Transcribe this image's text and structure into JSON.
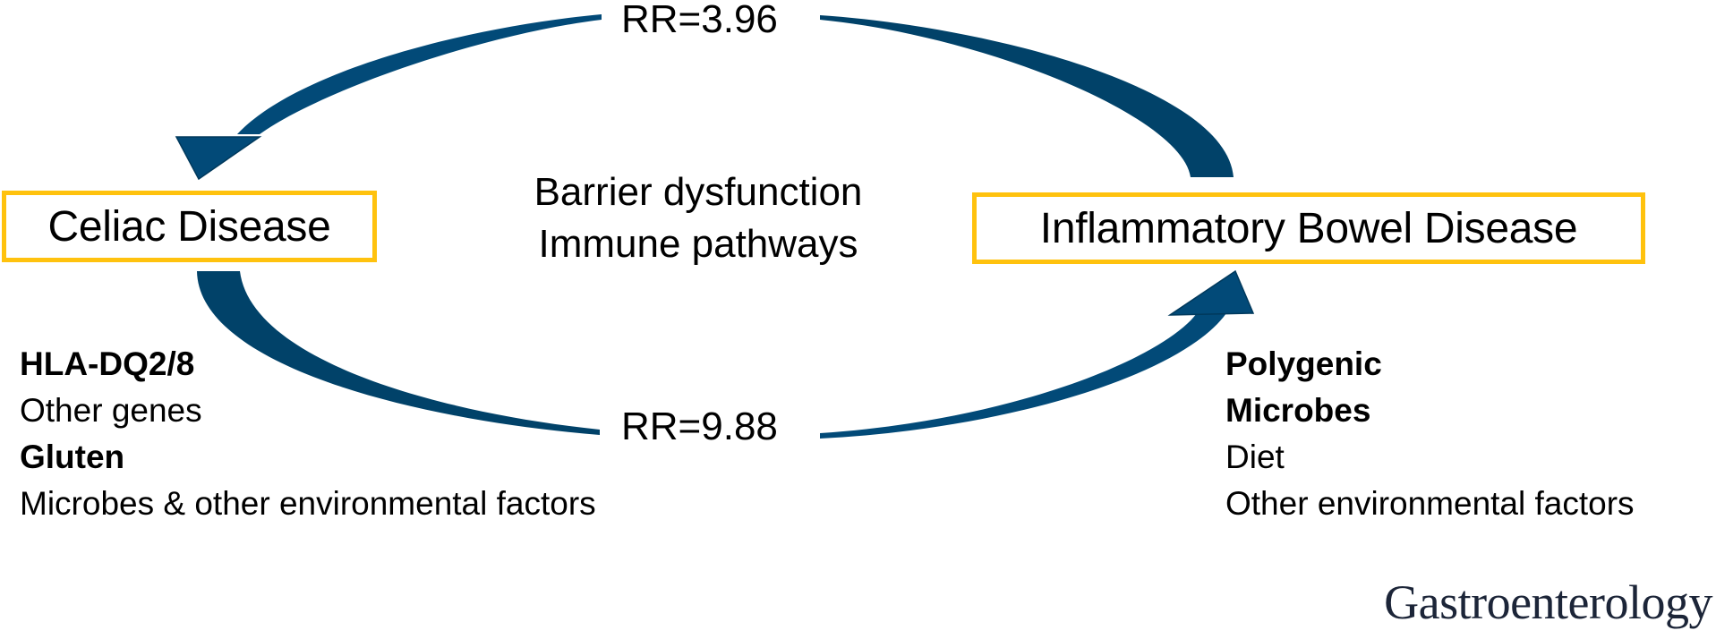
{
  "diagram": {
    "nodes": {
      "celiac": {
        "label": "Celiac Disease"
      },
      "ibd": {
        "label": "Inflammatory Bowel Disease"
      }
    },
    "arrows": {
      "ibd_to_celiac": {
        "label": "RR=3.96",
        "from": "Inflammatory Bowel Disease",
        "to": "Celiac Disease"
      },
      "celiac_to_ibd": {
        "label": "RR=9.88",
        "from": "Celiac Disease",
        "to": "Inflammatory Bowel Disease"
      }
    },
    "shared_mechanisms": [
      "Barrier dysfunction",
      "Immune pathways"
    ],
    "celiac_factors": [
      {
        "text": "HLA-DQ2/8",
        "bold": true
      },
      {
        "text": "Other genes",
        "bold": false
      },
      {
        "text": "Gluten",
        "bold": true
      },
      {
        "text": "Microbes & other environmental factors",
        "bold": false
      }
    ],
    "ibd_factors": [
      {
        "text": "Polygenic",
        "bold": true
      },
      {
        "text": "Microbes",
        "bold": true
      },
      {
        "text": "Diet",
        "bold": false
      },
      {
        "text": "Other environmental factors",
        "bold": false
      }
    ],
    "journal": "Gastroenterology",
    "colors": {
      "arrow": "#024a78",
      "arrow_dark": "#014269",
      "box_border": "#ffc20e",
      "text": "#000000",
      "journal_text": "#1c2538"
    }
  }
}
